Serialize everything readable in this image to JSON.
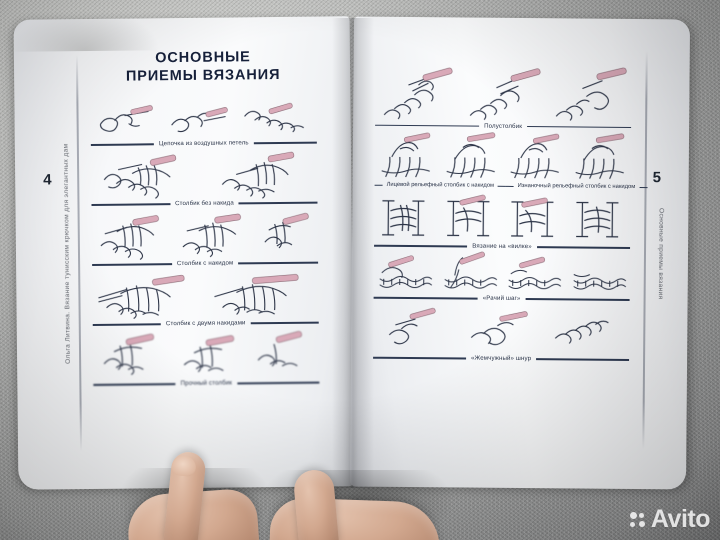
{
  "photo": {
    "subject": "open-book-spread",
    "background_color": "#b0b1b0",
    "page_color": "#f7f8fa",
    "ink_color": "#2e3a52",
    "hook_color": "#d9a9b8",
    "watermark": {
      "text": "Avito",
      "logo_name": "avito-dots-logo"
    }
  },
  "left_page": {
    "page_number": "4",
    "spine_text": "Ольга Литвина. Вязание тунисским крючком для элегантных дам",
    "title_line_1": "ОСНОВНЫЕ",
    "title_line_2": "ПРИЕМЫ ВЯЗАНИЯ",
    "sections": [
      {
        "caption": "Цепочка из воздушных петель",
        "figures": 3
      },
      {
        "caption": "Столбик без накида",
        "figures": 2
      },
      {
        "caption": "Столбик с накидом",
        "figures": 3
      },
      {
        "caption": "Столбик с двумя накидами",
        "figures": 2
      },
      {
        "caption": "Прочный столбик",
        "figures": 3
      }
    ]
  },
  "right_page": {
    "page_number": "5",
    "spine_text": "Основные приемы вязания",
    "sections": [
      {
        "caption": "Полустолбик",
        "figures": 3
      },
      {
        "caption_left": "Лицевой рельефный столбик с накидом",
        "caption_right": "Изнаночный рельефный столбик с накидом",
        "figures": 4
      },
      {
        "caption": "Вязание на «вилке»",
        "figures": 4
      },
      {
        "caption": "«Рачий шаг»",
        "figures": 4
      },
      {
        "caption": "«Жемчужный» шнур",
        "figures": 3
      }
    ]
  }
}
